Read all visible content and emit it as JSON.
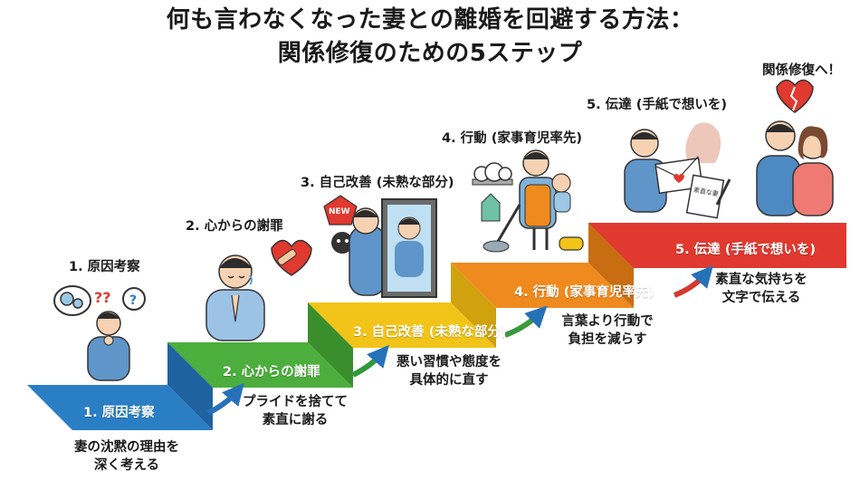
{
  "title": {
    "line1": "何も言わなくなった妻との離婚を回避する方法：",
    "line2": "関係修復のための5ステップ"
  },
  "goal_label": "関係修復へ！",
  "steps": [
    {
      "label": "1. 原因考察",
      "desc": [
        "妻の沈黙の理由を",
        "深く考える"
      ],
      "color": "#2a7fc4"
    },
    {
      "label": "2. 心からの謝罪",
      "desc": [
        "プライドを捨てて",
        "素直に謝る"
      ],
      "color": "#4cae3c"
    },
    {
      "label": "3. 自己改善 (未熟な部分)",
      "desc": [
        "悪い習慣や態度を",
        "具体的に直す"
      ],
      "color": "#f2c419"
    },
    {
      "label": "4. 行動 (家事育児率先)",
      "desc": [
        "言葉より行動で",
        "負担を減らす"
      ],
      "color": "#ef8a1f"
    },
    {
      "label": "5. 伝達 (手紙で想いを)",
      "desc": [
        "素直な気持ちを",
        "文字で伝える"
      ],
      "color": "#e0392f"
    }
  ],
  "illustration_icons": [
    "thinking-man-icon",
    "apologizing-man-icon",
    "mirror-reflection-icon",
    "housework-childcare-icon",
    "love-letter-icon",
    "reconciled-couple-icon"
  ],
  "badges": {
    "new": "NEW",
    "letter_text": "素直な妻"
  }
}
